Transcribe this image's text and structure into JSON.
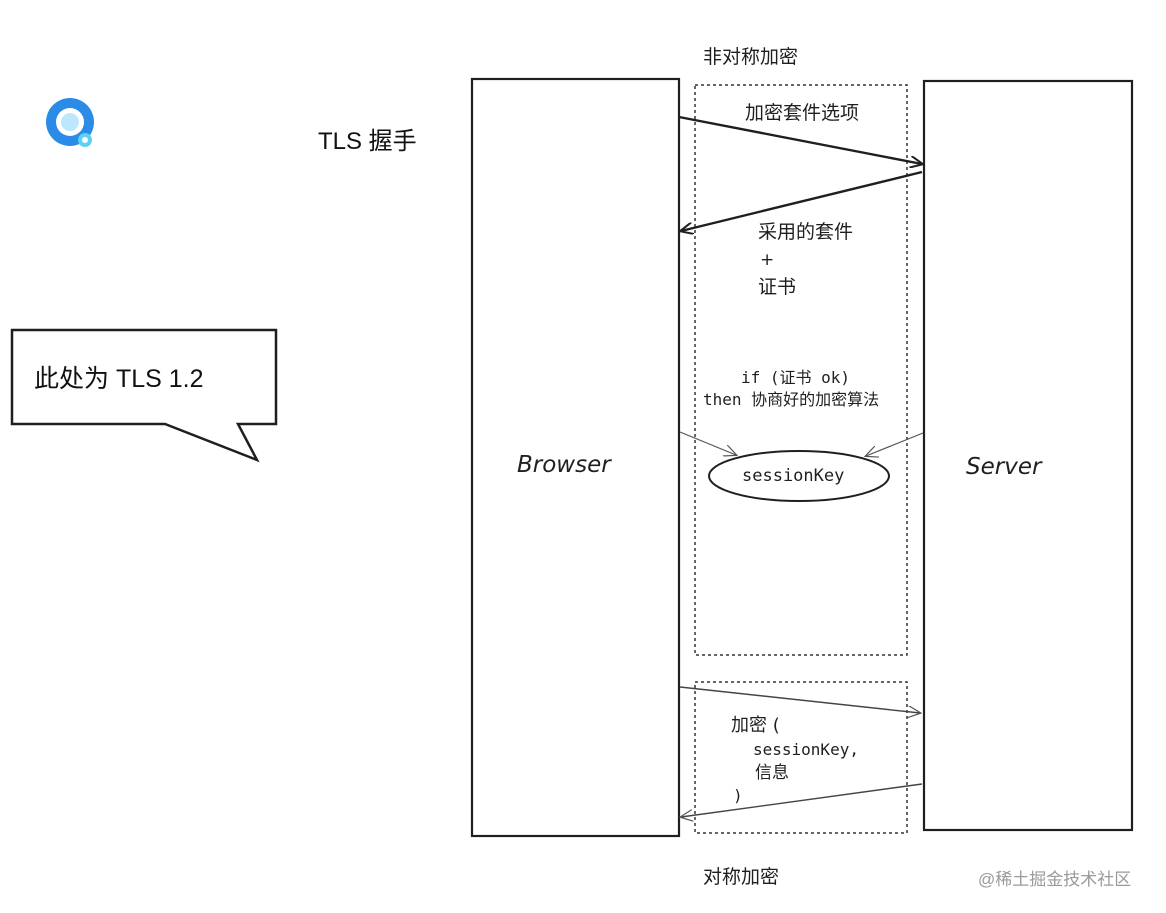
{
  "title": "TLS 握手",
  "callout": "此处为 TLS 1.2",
  "asym_label": "非对称加密",
  "sym_label": "对称加密",
  "browser": "Browser",
  "server": "Server",
  "msg_cipher_options": "加密套件选项",
  "msg_chosen_suite": "采用的套件",
  "msg_plus": "+",
  "msg_cert": "证书",
  "cond_if": "if (证书 ok)",
  "cond_then": "then 协商好的加密算法",
  "session_key": "sessionKey",
  "enc_line1": "加密 (",
  "enc_line2": "sessionKey,",
  "enc_line3": "信息",
  "enc_line4": ")",
  "watermark": "@稀土掘金技术社区",
  "colors": {
    "logo_outer": "#2b8ce8",
    "logo_inner": "#5fd0f5",
    "stroke": "#1f1f1f",
    "arrow_light": "#666666",
    "watermark": "#9a9a9a"
  },
  "icons": {
    "logo": "app-logo-icon"
  }
}
